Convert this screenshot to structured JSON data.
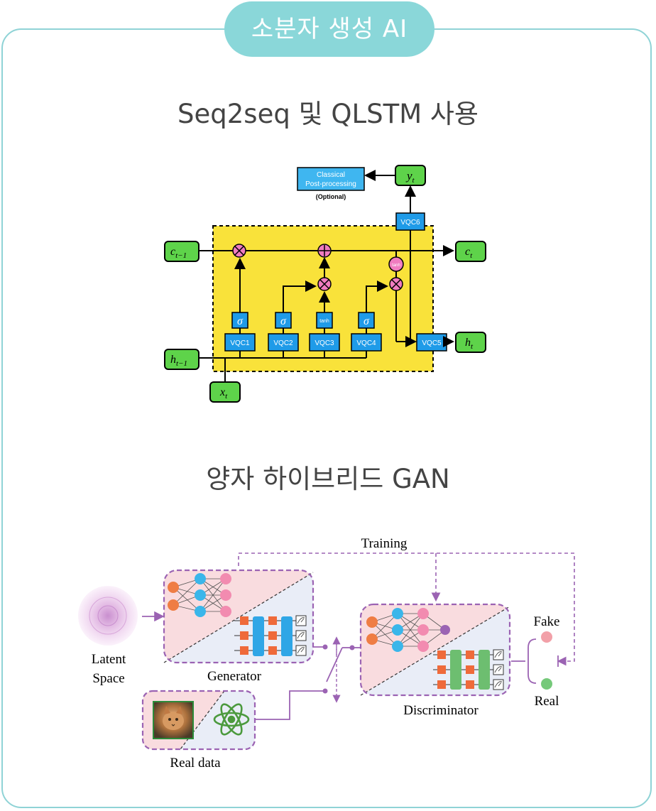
{
  "header": {
    "badge": "소분자 생성 AI"
  },
  "section1": {
    "title": "Seq2seq 및 QLSTM 사용",
    "postprocess_line1": "Classical",
    "postprocess_line2": "Post-processing",
    "postprocess_optional": "(Optional)",
    "vqc_labels": [
      "VQC1",
      "VQC2",
      "VQC3",
      "VQC4",
      "VQC5",
      "VQC6"
    ],
    "sigma": "σ",
    "tanh": "tanh"
  },
  "section2": {
    "title": "양자 하이브리드 GAN",
    "training": "Training",
    "latent_line1": "Latent",
    "latent_line2": "Space",
    "generator": "Generator",
    "discriminator": "Discriminator",
    "real_data": "Real data",
    "fake": "Fake",
    "real": "Real"
  },
  "colors": {
    "teal": "#8ad7d9",
    "yellow_cell": "#f9e23a",
    "green_box": "#5ed34a",
    "blue_box": "#1f9be8",
    "pink_op": "#f07cc0",
    "purple_dash": "#9b63b3"
  }
}
